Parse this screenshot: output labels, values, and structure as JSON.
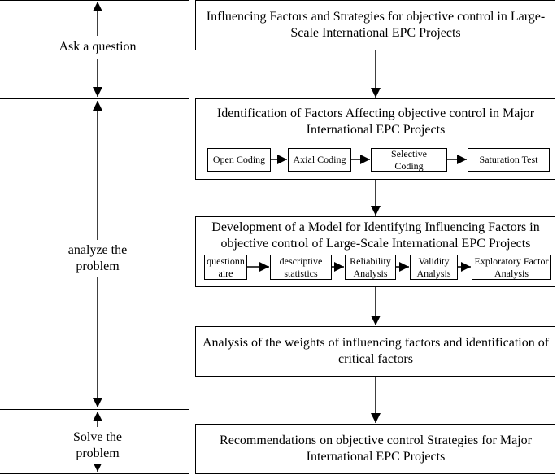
{
  "phases": {
    "ask": "Ask a question",
    "analyze": "analyze the problem",
    "solve": "Solve the problem"
  },
  "boxes": {
    "b1": "Influencing Factors and Strategies for objective control in Large-Scale International EPC Projects",
    "b2": "Identification of Factors Affecting objective control in Major International EPC Projects",
    "b3": "Development of a Model for Identifying Influencing Factors in objective control of Large-Scale International EPC Projects",
    "b4": "Analysis of the weights of influencing factors and identification of critical factors",
    "b5": "Recommendations on objective control Strategies for Major International EPC Projects"
  },
  "steps_row1": [
    "Open Coding",
    "Axial Coding",
    "Selective Coding",
    "Saturation Test"
  ],
  "steps_row2": [
    "questionn aire",
    "descriptive statistics",
    "Reliability Analysis",
    "Validity Analysis",
    "Exploratory Factor Analysis"
  ]
}
